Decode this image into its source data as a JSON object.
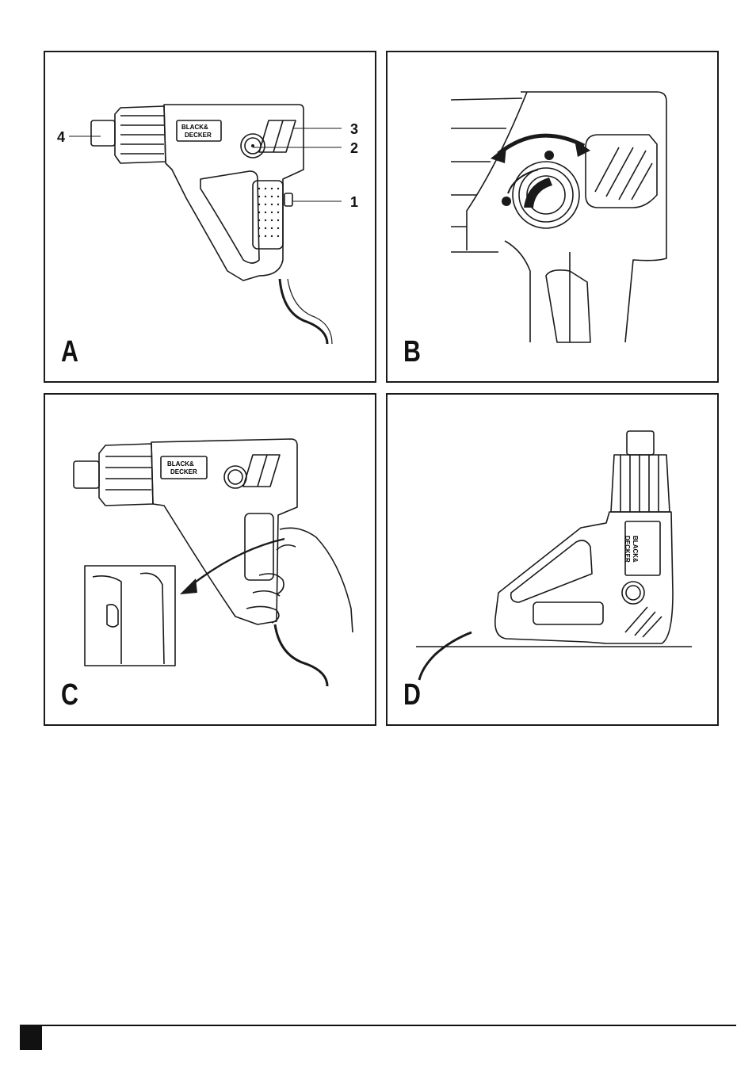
{
  "figures": {
    "a": {
      "letter": "A",
      "callouts": [
        "1",
        "2",
        "3",
        "4"
      ],
      "brand_line1": "BLACK&",
      "brand_line2": "DECKER"
    },
    "b": {
      "letter": "B"
    },
    "c": {
      "letter": "C",
      "brand_line1": "BLACK&",
      "brand_line2": "DECKER"
    },
    "d": {
      "letter": "D",
      "brand_line1": "BLACK&",
      "brand_line2": "DECKER"
    }
  },
  "icons": [
    "heat-gun-side-view",
    "temperature-dial",
    "rotation-arrow",
    "hand-grip",
    "stand-on-surface"
  ]
}
